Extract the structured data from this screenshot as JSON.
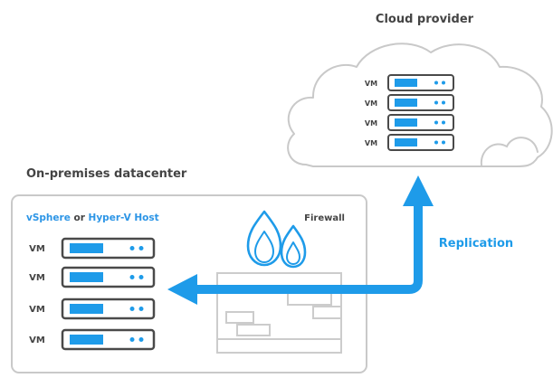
{
  "cloud": {
    "title": "Cloud provider",
    "vm_label": "VM",
    "vm_count": 4
  },
  "onprem": {
    "title": "On-premises datacenter",
    "host_part1": "vSphere",
    "host_part2": " or ",
    "host_part3": "Hyper-V Host",
    "vm_label": "VM",
    "vm_count": 4,
    "firewall_label": "Firewall"
  },
  "replication": {
    "label": "Replication"
  },
  "colors": {
    "accent_blue": "#1e9be9",
    "host_blue": "#2c95e6",
    "server_border": "#4a4a4a",
    "outline_gray": "#c9c9c9",
    "text_dark": "#444444"
  },
  "icons": {
    "server": "server-rack-icon",
    "firewall": "flame-icon",
    "wall": "brick-wall-icon",
    "cloud": "cloud-icon"
  }
}
